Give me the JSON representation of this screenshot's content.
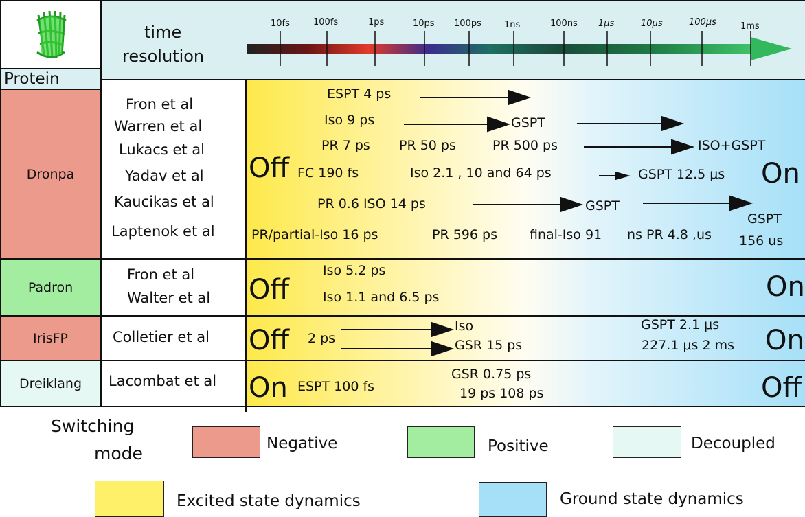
{
  "colors": {
    "negative": "#ec9a8c",
    "positive": "#a2eda0",
    "decoupled": "#e6f8f3",
    "excited": "#fff06a",
    "ground": "#a6e0f8",
    "header_bg": "#d9eff1",
    "arrow_green": "#2f9e57"
  },
  "header": {
    "protein_icon": "gfp-barrel-icon",
    "protein_label": "Protein",
    "time_title_line1": "time",
    "time_title_line2": "resolution",
    "ticks": [
      "10fs",
      "100fs",
      "1ps",
      "10ps",
      "100ps",
      "1ns",
      "100ns",
      "1μs",
      "10μs",
      "100μs",
      "1ms"
    ]
  },
  "rows": {
    "dronpa": {
      "protein": "Dronpa",
      "authors": [
        "Fron et al",
        "Warren et al",
        "Lukacs et al",
        "Yadav et al",
        "Kaucikas et al",
        "Laptenok et al"
      ],
      "start_state": "Off",
      "end_state": "On",
      "fron": {
        "a": "ESPT 4 ps"
      },
      "warren": {
        "a": "Iso 9 ps",
        "b": "GSPT"
      },
      "lukacs": {
        "a": "PR 7 ps",
        "b": "PR 50 ps",
        "c": "PR 500 ps",
        "d": "ISO+GSPT"
      },
      "yadav": {
        "a": "FC 190 fs",
        "b": "Iso 2.1 , 10 and 64 ps",
        "c": "GSPT 12.5 μs"
      },
      "kaucikas": {
        "a": "PR 0.6 ISO 14 ps",
        "b": "GSPT",
        "c": "GSPT"
      },
      "laptenok": {
        "a": "PR/partial-Iso 16 ps",
        "b": "PR 596 ps",
        "c": "final-Iso 91",
        "d": "ns PR 4.8 ,us",
        "e": "156 us"
      }
    },
    "padron": {
      "protein": "Padron",
      "authors": [
        "Fron et al",
        "Walter et al"
      ],
      "start_state": "Off",
      "end_state": "On",
      "l1": "Iso 5.2 ps",
      "l2": "Iso 1.1 and 6.5 ps"
    },
    "irisfp": {
      "protein": "IrisFP",
      "author": "Colletier et al",
      "start_state": "Off",
      "end_state": "On",
      "t": "2 ps",
      "iso": "Iso",
      "gsr": "GSR 15 ps",
      "gspt1": "GSPT 2.1 μs",
      "gspt2": "227.1 μs 2 ms"
    },
    "dreiklang": {
      "protein": "Dreiklang",
      "author": "Lacombat et al",
      "start_state": "On",
      "end_state": "Off",
      "espt": "ESPT 100 fs",
      "gsr1": "GSR 0.75 ps",
      "gsr2": "19 ps 108 ps"
    }
  },
  "legend": {
    "switching_line1": "Switching",
    "switching_line2": "mode",
    "negative": "Negative",
    "positive": "Positive",
    "decoupled": "Decoupled",
    "excited": "Excited state dynamics",
    "ground": "Ground state dynamics"
  }
}
